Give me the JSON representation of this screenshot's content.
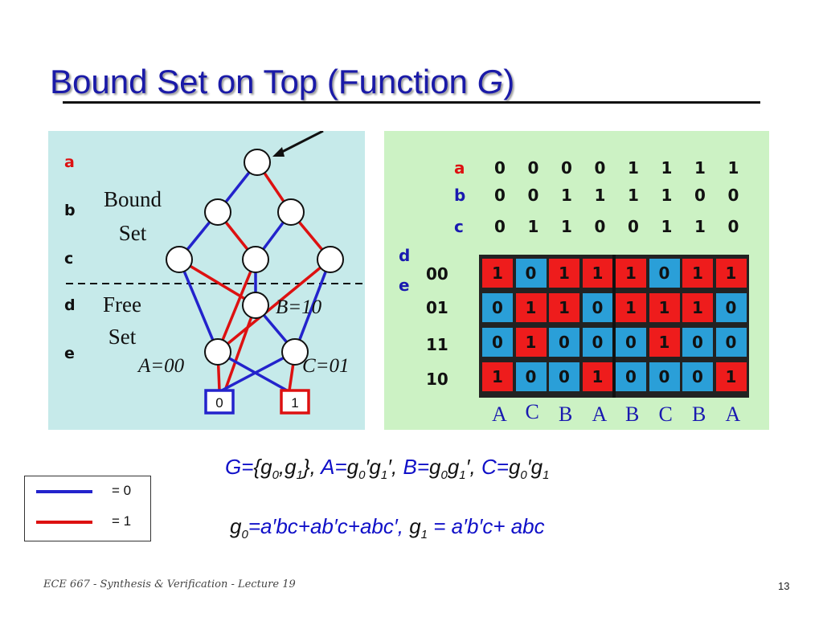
{
  "slide": {
    "title_main": "Bound Set on Top (Function ",
    "title_var": "G",
    "title_close": ")",
    "footer": "ECE 667 - Synthesis & Verification - Lecture 19",
    "page_number": "13"
  },
  "bdd": {
    "var_labels": [
      "a",
      "b",
      "c",
      "d",
      "e"
    ],
    "bound_set_label": [
      "Bound",
      "Set"
    ],
    "free_set_label": [
      "Free",
      "Set"
    ],
    "node_labels": {
      "A": "A=00",
      "B": "B=10",
      "C": "C=01"
    },
    "terminals": [
      "0",
      "1"
    ]
  },
  "kmap": {
    "row_vars": [
      "a",
      "b",
      "c"
    ],
    "col_headers": [
      [
        "0",
        "0",
        "0",
        "0",
        "1",
        "1",
        "1",
        "1"
      ],
      [
        "0",
        "0",
        "1",
        "1",
        "1",
        "1",
        "0",
        "0"
      ],
      [
        "0",
        "1",
        "1",
        "0",
        "0",
        "1",
        "1",
        "0"
      ]
    ],
    "side_vars": [
      "d",
      "e"
    ],
    "row_labels": [
      "00",
      "01",
      "11",
      "10"
    ],
    "cells": [
      [
        "1",
        "0",
        "1",
        "1",
        "1",
        "0",
        "1",
        "1"
      ],
      [
        "0",
        "1",
        "1",
        "0",
        "1",
        "1",
        "1",
        "0"
      ],
      [
        "0",
        "1",
        "0",
        "0",
        "0",
        "1",
        "0",
        "0"
      ],
      [
        "1",
        "0",
        "0",
        "1",
        "0",
        "0",
        "0",
        "1"
      ]
    ],
    "bottom_labels": [
      "A",
      "C",
      "B",
      "A",
      "B",
      "C",
      "B",
      "A"
    ],
    "colors": {
      "one": "#ee1c1c",
      "zero": "#2a9fd8"
    }
  },
  "formulas": {
    "line1": {
      "g_eq": "G=",
      "set_open": "{g",
      "s0": "0",
      "comma": ",g",
      "s1": "1",
      "set_close": "}, ",
      "a_eq": "A=",
      "a_rhs1": "g",
      "a_rhs1_sub": "0",
      "a_rhs2": "′g",
      "a_rhs2_sub": "1",
      "a_tail": "′, ",
      "b_eq": "B=",
      "b_rhs1": "g",
      "b_rhs1_sub": "0",
      "b_rhs2": "g",
      "b_rhs2_sub": "1",
      "b_tail": "′, ",
      "c_eq": "C=",
      "c_rhs1": "g",
      "c_rhs1_sub": "0",
      "c_rhs2": "′g",
      "c_rhs2_sub": "1"
    },
    "line2": {
      "g0": "g",
      "g0_sub": "0",
      "g0_rhs": "=a′bc+ab′c+abc′, ",
      "g1": "g",
      "g1_sub": "1",
      "g1_rhs": " = a′b′c+ abc"
    }
  },
  "legend": {
    "items": [
      {
        "label": "= 0",
        "color": "#2323cc"
      },
      {
        "label": "= 1",
        "color": "#dd1111"
      }
    ]
  }
}
